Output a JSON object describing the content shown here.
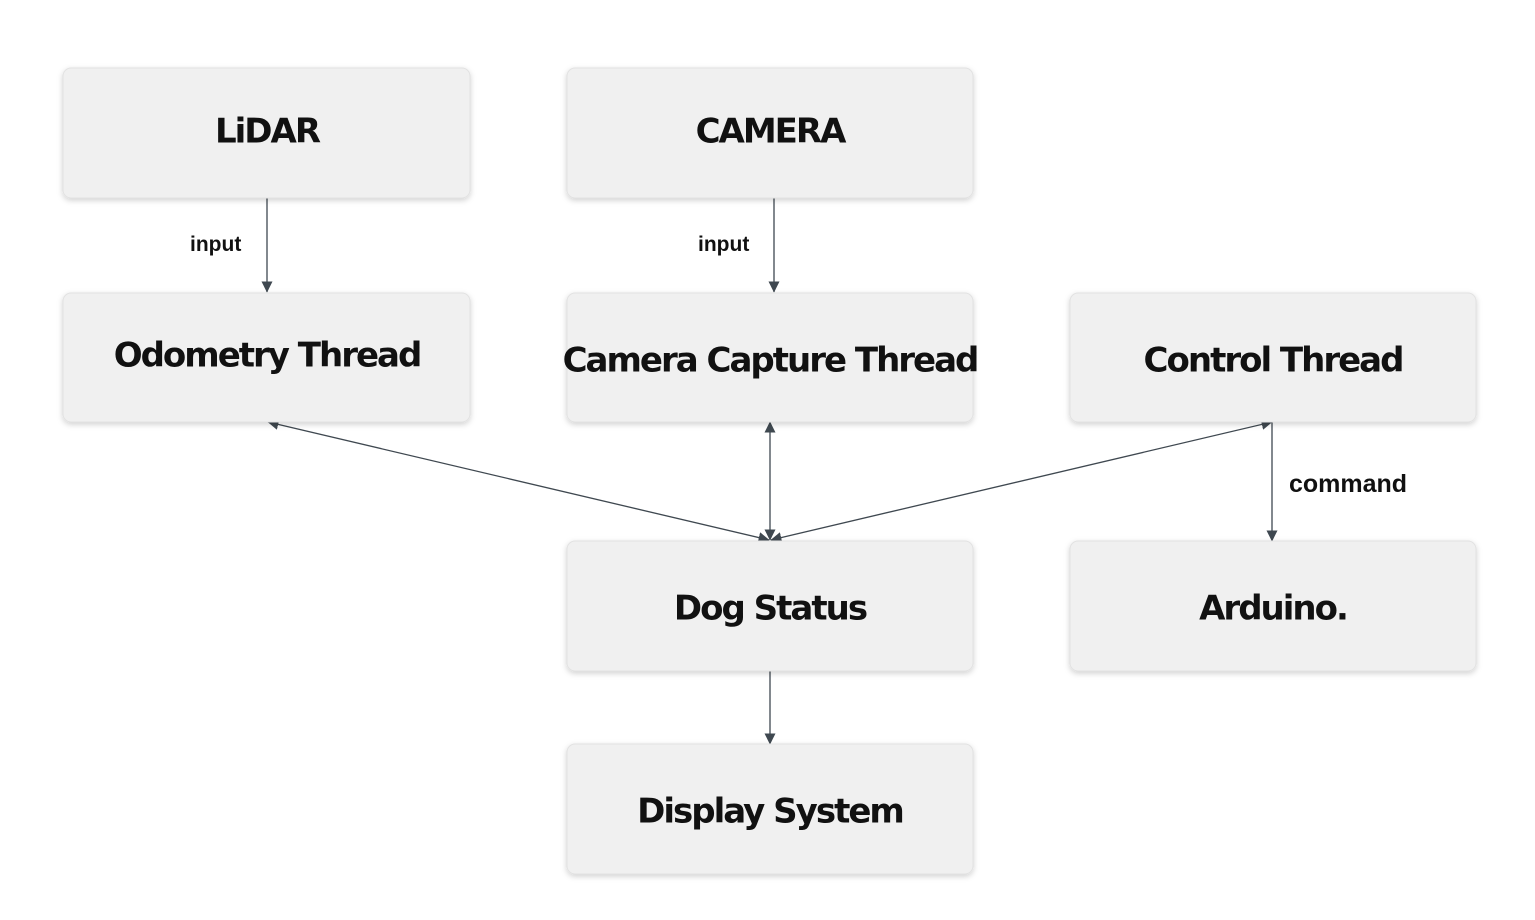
{
  "nodes": {
    "lidar": "LiDAR",
    "camera": "CAMERA",
    "odometry_thread": "Odometry Thread",
    "camera_capture_thread": "Camera Capture Thread",
    "control_thread": "Control Thread",
    "dog_status": "Dog Status",
    "arduino": "Arduino.",
    "display_system": "Display System"
  },
  "edges": {
    "lidar_to_odometry": "input",
    "camera_to_capture": "input",
    "control_to_arduino": "command"
  },
  "colors": {
    "node_fill": "#f0f0f0",
    "edge_stroke": "#3f4850",
    "text": "#111111"
  }
}
